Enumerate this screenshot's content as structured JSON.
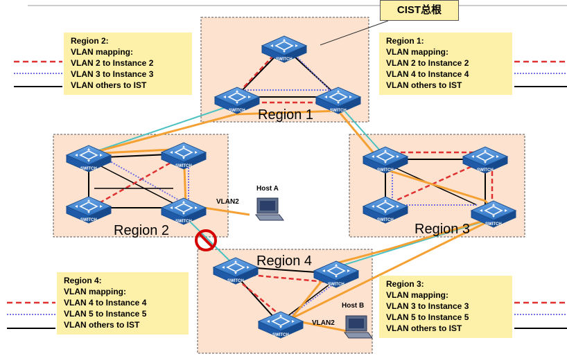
{
  "cist_root_label": "CIST总根",
  "regions": {
    "r1": "Region 1",
    "r2": "Region 2",
    "r3": "Region 3",
    "r4": "Region 4"
  },
  "switch_text": "SWITCH",
  "hosts": {
    "a": "Host A",
    "b": "Host B"
  },
  "vlan_labels": {
    "a": "VLAN2",
    "b": "VLAN2"
  },
  "legends": {
    "region2": {
      "title": "Region 2:",
      "subtitle": "VLAN mapping:",
      "lines": [
        "VLAN 2 to Instance 2",
        "VLAN 3 to Instance 3",
        "VLAN others to IST"
      ]
    },
    "region1": {
      "title": "Region 1:",
      "subtitle": "VLAN mapping:",
      "lines": [
        "VLAN 2 to Instance 2",
        "VLAN 4 to Instance 4",
        "VLAN others to IST"
      ]
    },
    "region4": {
      "title": "Region 4:",
      "subtitle": "VLAN mapping:",
      "lines": [
        "VLAN 4 to Instance 4",
        "VLAN 5 to Instance 5",
        "VLAN others to IST"
      ]
    },
    "region3": {
      "title": "Region 3:",
      "subtitle": "VLAN mapping:",
      "lines": [
        "VLAN 3 to Instance 3",
        "VLAN 5 to Instance 5",
        "VLAN others to IST"
      ]
    }
  },
  "colors": {
    "region_fill": "#fde3cf",
    "legend_fill": "#fdf0a8",
    "cist_path": "#f5a033",
    "inter_region_link": "#4cc1c1",
    "instance_red": "#e03030",
    "instance_blue": "#7070e0",
    "ist_black": "#000000",
    "switch_blue": "#2a6fc0",
    "blocked": "#d40000"
  }
}
